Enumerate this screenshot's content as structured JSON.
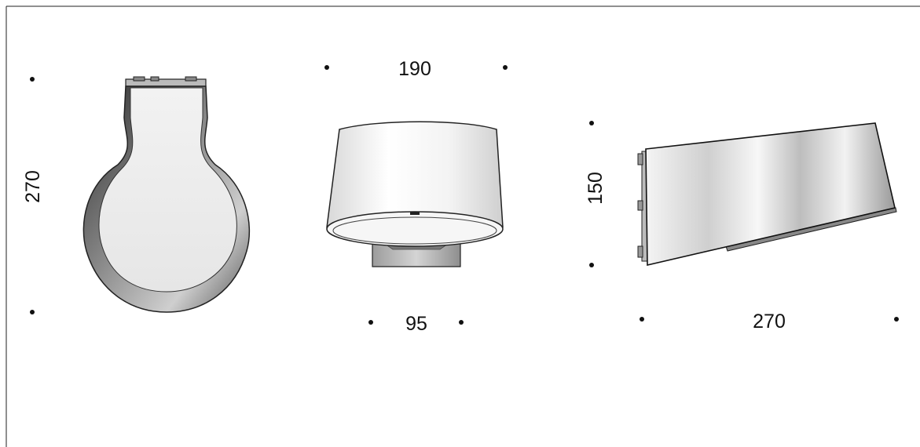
{
  "dimensions": {
    "front_height": "270",
    "top_width": "190",
    "top_depth": "95",
    "side_height": "150",
    "side_length": "270"
  },
  "views": [
    "front-view",
    "top-view",
    "side-view"
  ]
}
